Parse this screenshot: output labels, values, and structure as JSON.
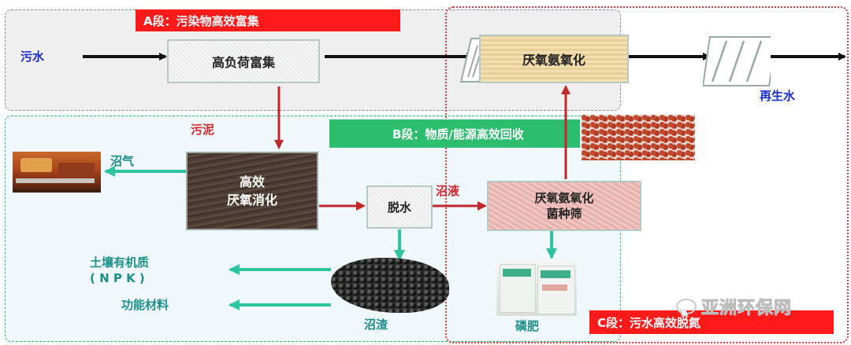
{
  "sections": {
    "a_label": "A段：污染物高效富集",
    "b_label": "B段：物质/能源高效回收",
    "c_label": "C段：污水高效脱氮"
  },
  "boxes": {
    "enrichment": "高负荷富集",
    "anammox": "厌氧氨氧化",
    "digestion_line1": "高效",
    "digestion_line2": "厌氧消化",
    "dewatering": "脱水",
    "screening_line1": "厌氧氨氧化",
    "screening_line2": "菌种筛"
  },
  "labels": {
    "sewage": "污水",
    "reclaimed_water": "再生水",
    "sludge": "污泥",
    "biogas": "沼气",
    "digestate_liquid": "沼液",
    "soil_organic_line1": "土壤有机质",
    "soil_organic_line2": "( N P K )",
    "functional_materials": "功能材料",
    "biogas_residue": "沼渣",
    "phosphate_fertilizer": "磷肥"
  },
  "watermark": "亚洲环保网",
  "colors": {
    "banner_red": "#ff1a1a",
    "banner_green": "#2dbd6e",
    "arrow_red": "#c0282c",
    "arrow_teal": "#2ec4a0",
    "label_blue": "#1a2cc9",
    "label_teal": "#1d8f8a",
    "label_red": "#d0262b"
  }
}
